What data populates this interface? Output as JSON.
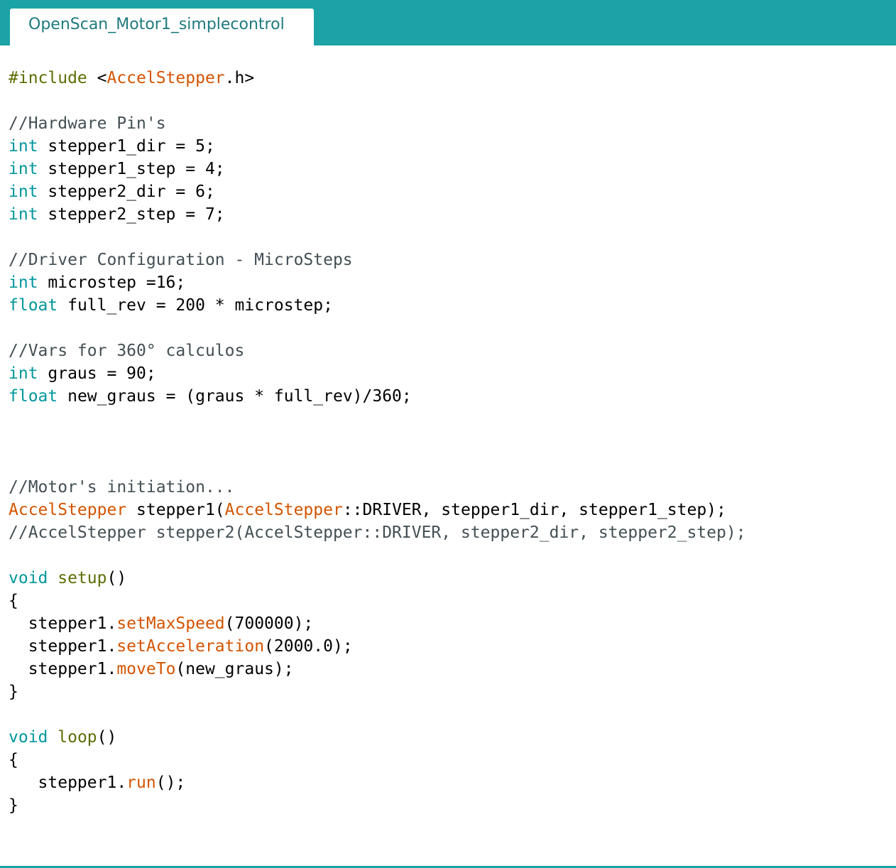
{
  "tab": {
    "title": "OpenScan_Motor1_simplecontrol"
  },
  "colors": {
    "tab_bar": "#1ba3a7",
    "tab_text": "#1f7a7e",
    "preprocessor": "#5e6d03",
    "type_keyword": "#00979c",
    "library": "#d35400",
    "comment": "#434f54",
    "function_name": "#5e6d03",
    "default_text": "#000000"
  },
  "code_lines": [
    [
      [
        "pre",
        "#include"
      ],
      [
        "txt",
        " <"
      ],
      [
        "lib",
        "AccelStepper"
      ],
      [
        "txt",
        ".h>"
      ]
    ],
    [],
    [
      [
        "comment",
        "//Hardware Pin's"
      ]
    ],
    [
      [
        "type",
        "int"
      ],
      [
        "txt",
        " stepper1_dir = 5;"
      ]
    ],
    [
      [
        "type",
        "int"
      ],
      [
        "txt",
        " stepper1_step = 4;"
      ]
    ],
    [
      [
        "type",
        "int"
      ],
      [
        "txt",
        " stepper2_dir = 6;"
      ]
    ],
    [
      [
        "type",
        "int"
      ],
      [
        "txt",
        " stepper2_step = 7;"
      ]
    ],
    [],
    [
      [
        "comment",
        "//Driver Configuration - MicroSteps"
      ]
    ],
    [
      [
        "type",
        "int"
      ],
      [
        "txt",
        " microstep =16;"
      ]
    ],
    [
      [
        "type",
        "float"
      ],
      [
        "txt",
        " full_rev = 200 * microstep;"
      ]
    ],
    [],
    [
      [
        "comment",
        "//Vars for 360° calculos"
      ]
    ],
    [
      [
        "type",
        "int"
      ],
      [
        "txt",
        " graus = 90;"
      ]
    ],
    [
      [
        "type",
        "float"
      ],
      [
        "txt",
        " new_graus = (graus * full_rev)/360;"
      ]
    ],
    [],
    [],
    [],
    [
      [
        "comment",
        "//Motor's initiation..."
      ]
    ],
    [
      [
        "lib",
        "AccelStepper"
      ],
      [
        "txt",
        " stepper1("
      ],
      [
        "lib",
        "AccelStepper"
      ],
      [
        "txt",
        "::DRIVER, stepper1_dir, stepper1_step);"
      ]
    ],
    [
      [
        "comment",
        "//AccelStepper stepper2(AccelStepper::DRIVER, stepper2_dir, stepper2_step);"
      ]
    ],
    [],
    [
      [
        "type",
        "void"
      ],
      [
        "txt",
        " "
      ],
      [
        "fn",
        "setup"
      ],
      [
        "txt",
        "()"
      ]
    ],
    [
      [
        "txt",
        "{"
      ]
    ],
    [
      [
        "txt",
        "  stepper1."
      ],
      [
        "lib",
        "setMaxSpeed"
      ],
      [
        "txt",
        "(700000);"
      ]
    ],
    [
      [
        "txt",
        "  stepper1."
      ],
      [
        "lib",
        "setAcceleration"
      ],
      [
        "txt",
        "(2000.0);"
      ]
    ],
    [
      [
        "txt",
        "  stepper1."
      ],
      [
        "lib",
        "moveTo"
      ],
      [
        "txt",
        "(new_graus);"
      ]
    ],
    [
      [
        "txt",
        "}"
      ]
    ],
    [],
    [
      [
        "type",
        "void"
      ],
      [
        "txt",
        " "
      ],
      [
        "fn",
        "loop"
      ],
      [
        "txt",
        "()"
      ]
    ],
    [
      [
        "txt",
        "{"
      ]
    ],
    [
      [
        "txt",
        "   stepper1."
      ],
      [
        "lib",
        "run"
      ],
      [
        "txt",
        "();"
      ]
    ],
    [
      [
        "txt",
        "}"
      ]
    ]
  ]
}
